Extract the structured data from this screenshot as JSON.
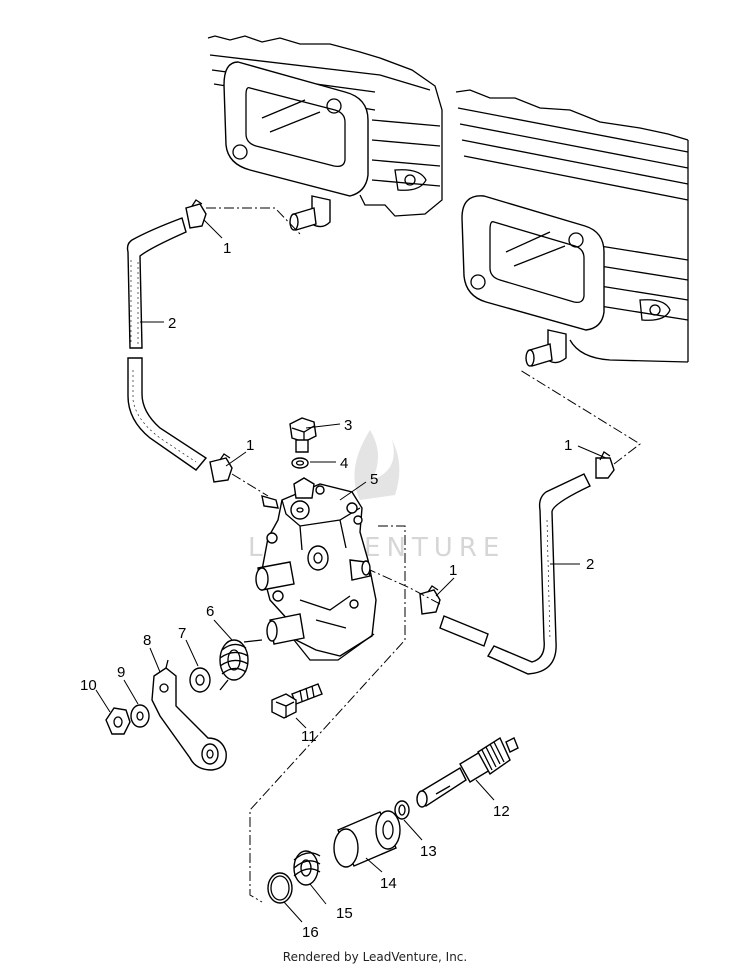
{
  "callouts": {
    "c1a": "1",
    "c1b": "1",
    "c1c": "1",
    "c1d": "1",
    "c2a": "2",
    "c2b": "2",
    "c3": "3",
    "c4": "4",
    "c5": "5",
    "c6": "6",
    "c7": "7",
    "c8": "8",
    "c9": "9",
    "c10": "10",
    "c11": "11",
    "c12": "12",
    "c13": "13",
    "c14": "14",
    "c15": "15",
    "c16": "16"
  },
  "watermark": "LEADVENTURE",
  "footer": "Rendered by LeadVenture, Inc."
}
